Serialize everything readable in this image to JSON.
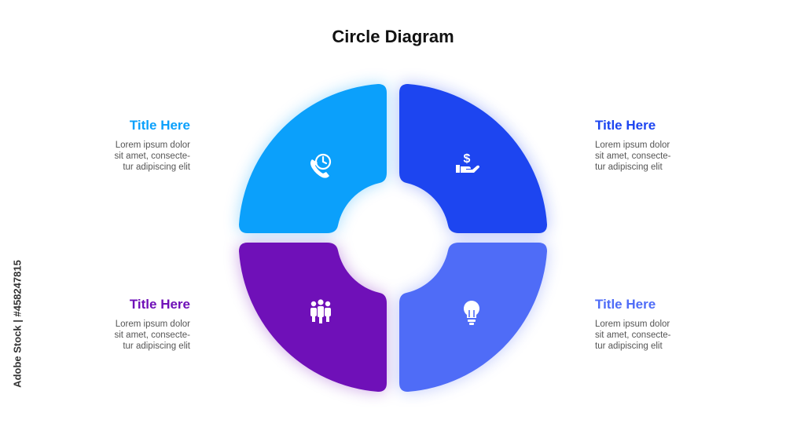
{
  "title": "Circle Diagram",
  "colors": {
    "top_left": "#0ba0fb",
    "top_right": "#1d45f0",
    "bottom_left": "#6f10b8",
    "bottom_right": "#4f6cf7"
  },
  "segments": [
    {
      "position": "top-left",
      "icon": "clock-phone-icon",
      "heading": "Title Here",
      "lines": [
        "Lorem ipsum dolor",
        "sit amet, consecte-",
        "tur adipiscing elit"
      ]
    },
    {
      "position": "top-right",
      "icon": "dollar-hand-icon",
      "heading": "Title Here",
      "lines": [
        "Lorem ipsum dolor",
        "sit amet, consecte-",
        "tur adipiscing elit"
      ]
    },
    {
      "position": "bottom-left",
      "icon": "people-group-icon",
      "heading": "Title Here",
      "lines": [
        "Lorem ipsum dolor",
        "sit amet, consecte-",
        "tur adipiscing elit"
      ]
    },
    {
      "position": "bottom-right",
      "icon": "lightbulb-icon",
      "heading": "Title Here",
      "lines": [
        "Lorem ipsum dolor",
        "sit amet, consecte-",
        "tur adipiscing elit"
      ]
    }
  ],
  "watermark": "Adobe Stock | #458247815"
}
